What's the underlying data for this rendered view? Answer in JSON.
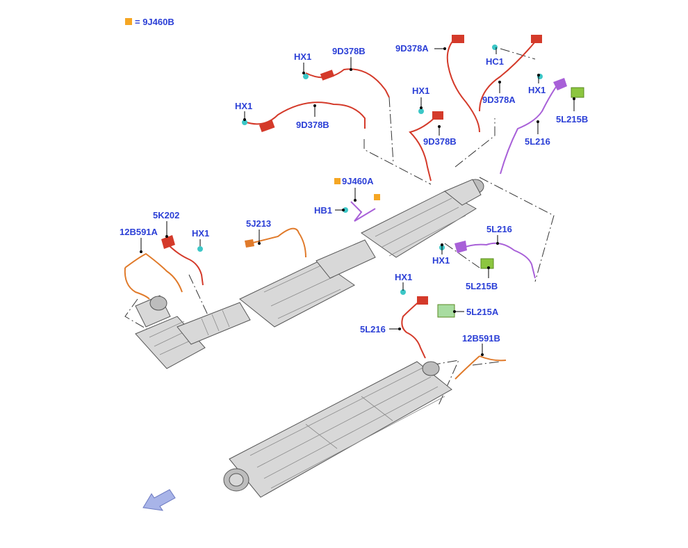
{
  "legend": {
    "text": "= 9J460B",
    "swatch_color": "#f5a623"
  },
  "colors": {
    "label": "#2b3fd6",
    "wire_red": "#d43a2a",
    "wire_orange": "#e07a2a",
    "wire_purple": "#a860d8",
    "connector_green": "#8cc63f",
    "clip_cyan": "#3cc7c7",
    "marker_orange": "#f5a623",
    "arrow_blue": "#a8b4e8"
  },
  "labels": {
    "hx1_a": "HX1",
    "d378b_a": "9D378B",
    "d378a_a": "9D378A",
    "hc1": "HC1",
    "hx1_b": "HX1",
    "d378b_b": "9D378B",
    "hx1_c": "HX1",
    "d378b_c": "9D378B",
    "d378a_b": "9D378A",
    "hx1_d": "HX1",
    "l215b_a": "5L215B",
    "l216_a": "5L216",
    "j460a": "9J460A",
    "hb1": "HB1",
    "k202": "5K202",
    "b591a": "12B591A",
    "hx1_e": "HX1",
    "j213": "5J213",
    "l216_b": "5L216",
    "hx1_f": "HX1",
    "l215b_b": "5L215B",
    "hx1_g": "HX1",
    "l215a": "5L215A",
    "l216_c": "5L216",
    "b591b": "12B591B"
  }
}
